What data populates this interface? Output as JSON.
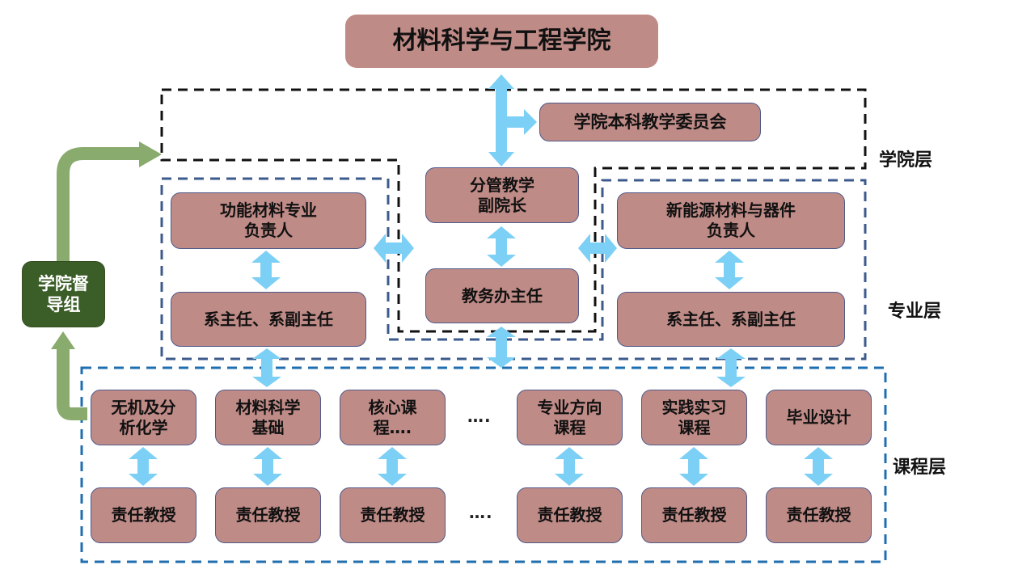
{
  "title": "材料科学与工程学院",
  "college_layer": {
    "label": "学院层",
    "committee": "学院本科教学委员会",
    "vice_dean": "分管教学\n副院长",
    "office_director": "教务办主任"
  },
  "major_layer": {
    "label": "专业层",
    "left": {
      "head": "功能材料专业\n负责人",
      "dept": "系主任、系副主任"
    },
    "right": {
      "head": "新能源材料与器件\n负责人",
      "dept": "系主任、系副主任"
    }
  },
  "course_layer": {
    "label": "课程层",
    "courses": [
      {
        "name": "无机及分\n析化学",
        "owner": "责任教授"
      },
      {
        "name": "材料科学\n基础",
        "owner": "责任教授"
      },
      {
        "name": "核心课\n程….",
        "owner": "责任教授"
      },
      {
        "name": "专业方向\n课程",
        "owner": "责任教授"
      },
      {
        "name": "实践实习\n课程",
        "owner": "责任教授"
      },
      {
        "name": "毕业设计",
        "owner": "责任教授"
      }
    ],
    "ellipsis": "…."
  },
  "supervision": "学院督\n导组",
  "colors": {
    "box_fill": "#bf8b87",
    "arrow_blue": "#7dd0f5",
    "arrow_green": "#8aab6e",
    "supervision_fill": "#3b5d27"
  }
}
